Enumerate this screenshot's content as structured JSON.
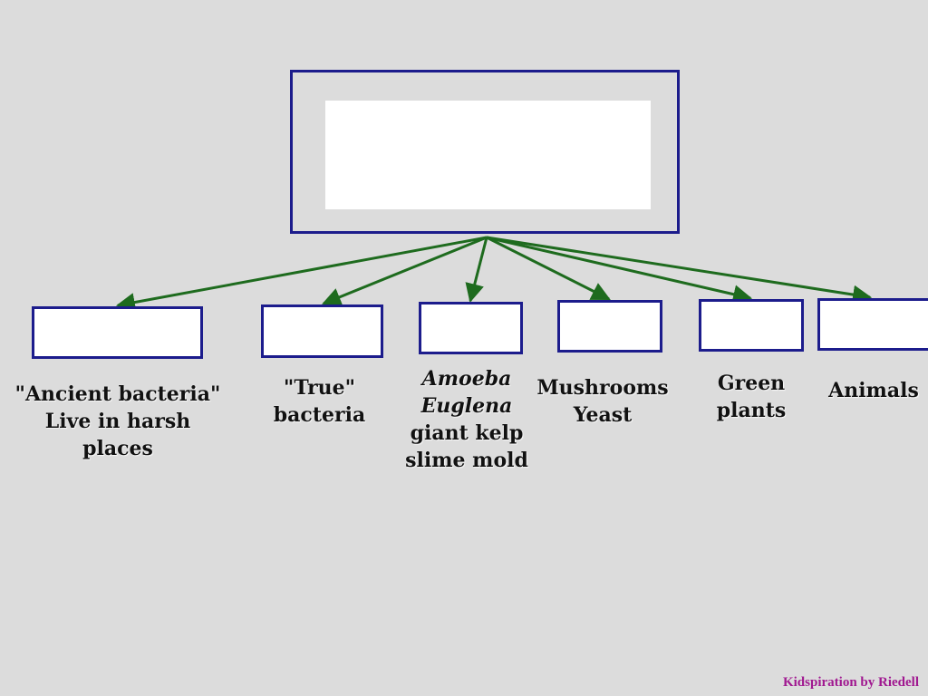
{
  "categories": [
    {
      "lines": [
        {
          "text": "\"Ancient bacteria\"",
          "italic": false
        },
        {
          "text": "Live in harsh places",
          "italic": false
        }
      ]
    },
    {
      "lines": [
        {
          "text": "\"True\"",
          "italic": false
        },
        {
          "text": "bacteria",
          "italic": false
        }
      ]
    },
    {
      "lines": [
        {
          "text": "Amoeba",
          "italic": true
        },
        {
          "text": "Euglena",
          "italic": true
        },
        {
          "text": "giant kelp",
          "italic": false
        },
        {
          "text": "slime mold",
          "italic": false
        }
      ]
    },
    {
      "lines": [
        {
          "text": "Mushrooms",
          "italic": false
        },
        {
          "text": "Yeast",
          "italic": false
        }
      ]
    },
    {
      "lines": [
        {
          "text": "Green",
          "italic": false
        },
        {
          "text": "plants",
          "italic": false
        }
      ]
    },
    {
      "lines": [
        {
          "text": "Animals",
          "italic": false
        }
      ]
    }
  ],
  "colors": {
    "background": "#dcdcdc",
    "box_border": "#1c1c8c",
    "arrow": "#1e6b1e",
    "footer": "#a01890"
  },
  "footer": {
    "text": "Kidspiration by Riedell"
  }
}
